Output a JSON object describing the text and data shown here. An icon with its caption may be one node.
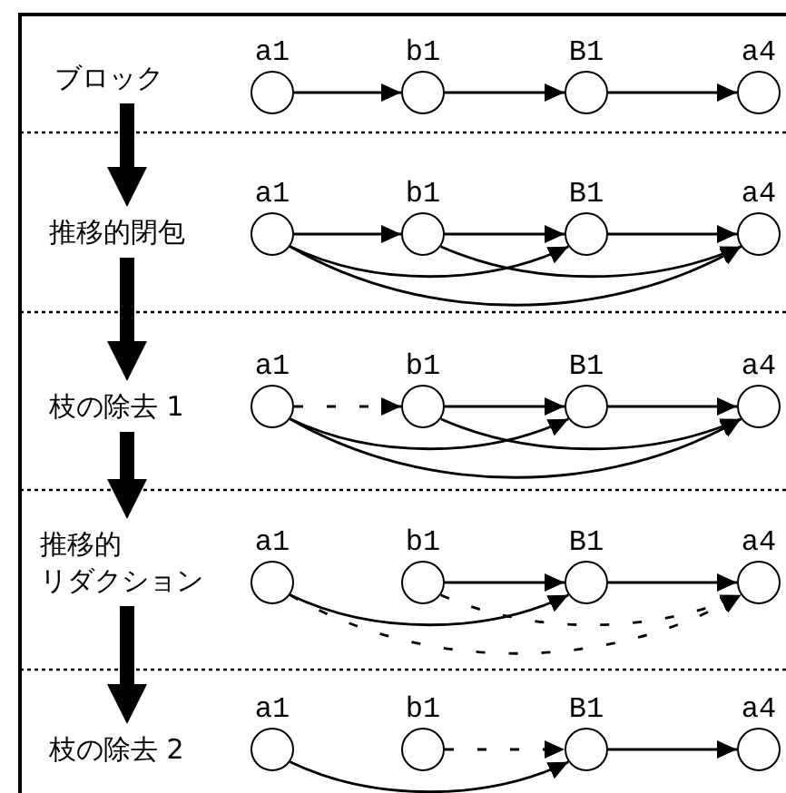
{
  "diagram": {
    "nodes": [
      {
        "text": [
          "ブロック"
        ]
      },
      {
        "text": [
          "a1"
        ]
      },
      {
        "text": [
          "b1"
        ]
      },
      {
        "text": [
          "B1"
        ]
      },
      {
        "text": [
          "a4"
        ]
      },
      {
        "text": [
          "推移的閉包"
        ]
      },
      {
        "text": [
          "a1"
        ]
      },
      {
        "text": [
          "b1"
        ]
      },
      {
        "text": [
          "B1"
        ]
      },
      {
        "text": [
          "a4"
        ]
      },
      {
        "text": [
          "枝の除去 1"
        ]
      },
      {
        "text": [
          "a1"
        ]
      },
      {
        "text": [
          "b1"
        ]
      },
      {
        "text": [
          "B1"
        ]
      },
      {
        "text": [
          "a4"
        ]
      },
      {
        "text": [
          "推移的リダクション"
        ]
      },
      {
        "text": [
          "a1"
        ]
      },
      {
        "text": [
          "b1"
        ]
      },
      {
        "text": [
          "B1"
        ]
      },
      {
        "text": [
          "a4"
        ]
      },
      {
        "text": [
          "枝の除去 2"
        ]
      },
      {
        "text": [
          "a1"
        ]
      },
      {
        "text": [
          "b1"
        ]
      },
      {
        "text": [
          "B1"
        ]
      },
      {
        "text": [
          "a4"
        ]
      }
    ],
    "edges": [
      {
        "from": 1,
        "to": 2,
        "arrow": "to"
      },
      {
        "from": 2,
        "to": 3,
        "arrow": "to"
      },
      {
        "from": 3,
        "to": 4,
        "arrow": "to"
      },
      {
        "from": 6,
        "to": 7,
        "arrow": "to"
      },
      {
        "from": 7,
        "to": 8,
        "arrow": "to"
      },
      {
        "from": 8,
        "to": 9,
        "arrow": "to"
      },
      {
        "from": 6,
        "to": 8,
        "arrow": "to"
      },
      {
        "from": 7,
        "to": 9,
        "arrow": "to"
      },
      {
        "from": 6,
        "to": 9,
        "arrow": "to"
      },
      {
        "from": 11,
        "to": 12,
        "arrow": "to",
        "style": "dashed"
      },
      {
        "from": 12,
        "to": 13,
        "arrow": "to"
      },
      {
        "from": 13,
        "to": 14,
        "arrow": "to"
      },
      {
        "from": 11,
        "to": 13,
        "arrow": "to"
      },
      {
        "from": 12,
        "to": 14,
        "arrow": "to"
      },
      {
        "from": 11,
        "to": 14,
        "arrow": "to"
      },
      {
        "from": 16,
        "to": 18,
        "arrow": "to"
      },
      {
        "from": 17,
        "to": 18,
        "arrow": "to"
      },
      {
        "from": 18,
        "to": 19,
        "arrow": "to"
      },
      {
        "from": 17,
        "to": 19,
        "arrow": "to",
        "style": "dashed"
      },
      {
        "from": 16,
        "to": 19,
        "arrow": "to",
        "style": "dashed"
      },
      {
        "from": 21,
        "to": 23,
        "arrow": "to"
      },
      {
        "from": 22,
        "to": 23,
        "arrow": "to",
        "style": "dashed"
      },
      {
        "from": 23,
        "to": 24,
        "arrow": "to"
      },
      {
        "from": 0,
        "to": 5,
        "arrow": "to",
        "style": "thick"
      },
      {
        "from": 5,
        "to": 10,
        "arrow": "to",
        "style": "thick"
      },
      {
        "from": 10,
        "to": 15,
        "arrow": "to",
        "style": "thick"
      },
      {
        "from": 15,
        "to": 20,
        "arrow": "to",
        "style": "thick"
      }
    ]
  }
}
